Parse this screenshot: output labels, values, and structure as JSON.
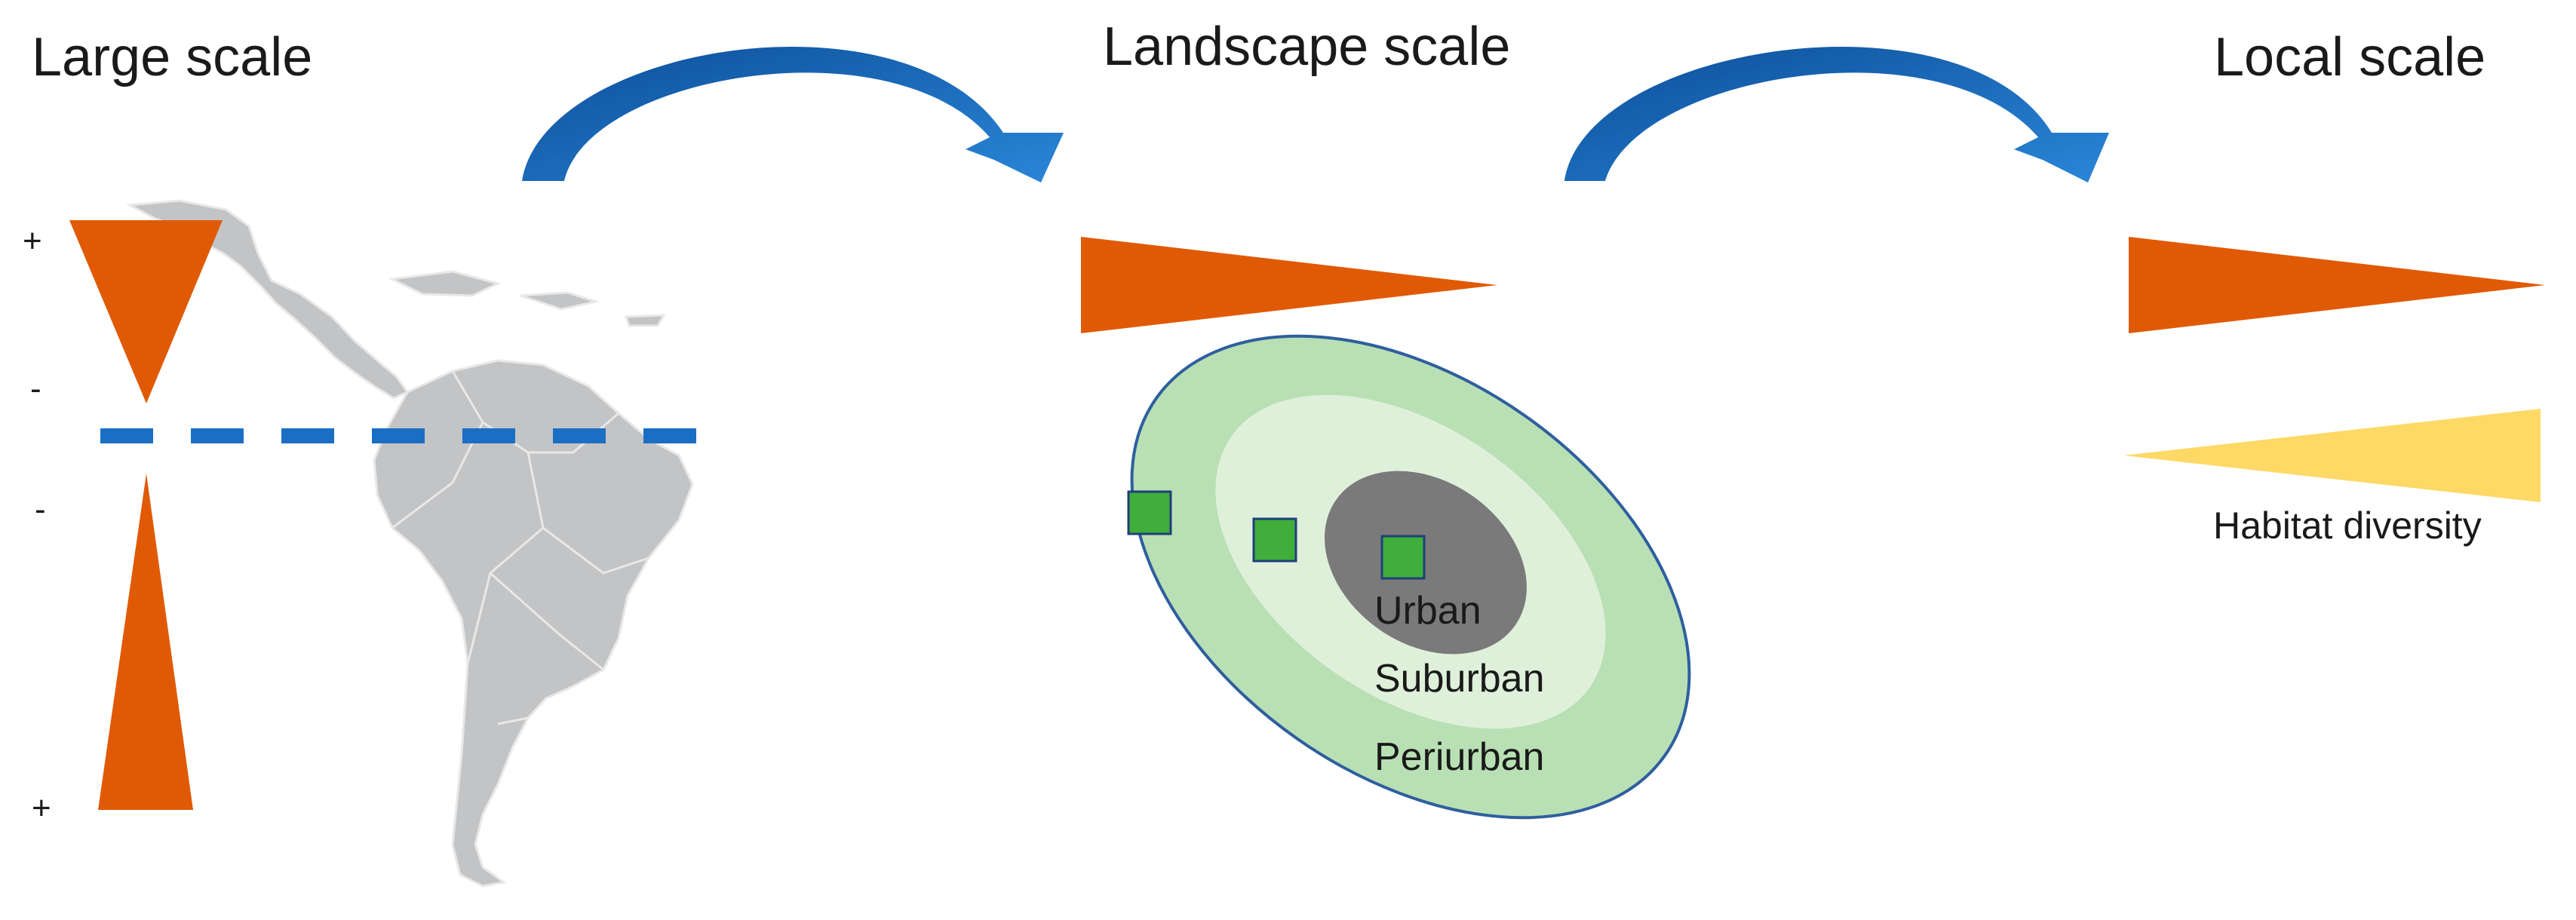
{
  "scales": {
    "large": "Large scale",
    "landscape": "Landscape scale",
    "local": "Local scale"
  },
  "large_scale": {
    "signs": [
      "+",
      "-",
      "-",
      "+"
    ]
  },
  "landscape": {
    "zones": [
      "Urban",
      "Suburban",
      "Periurban"
    ]
  },
  "local": {
    "habitat_label": "Habitat diversity"
  },
  "colors": {
    "orange": "#e05a05",
    "yellow": "#ffd966",
    "blue": "#1a6fc4",
    "land": "#c3c4c6",
    "periurban": "#b9e0b4",
    "suburban": "#dff0da",
    "urban": "#7a7a7a",
    "site": "#3fae3a"
  }
}
